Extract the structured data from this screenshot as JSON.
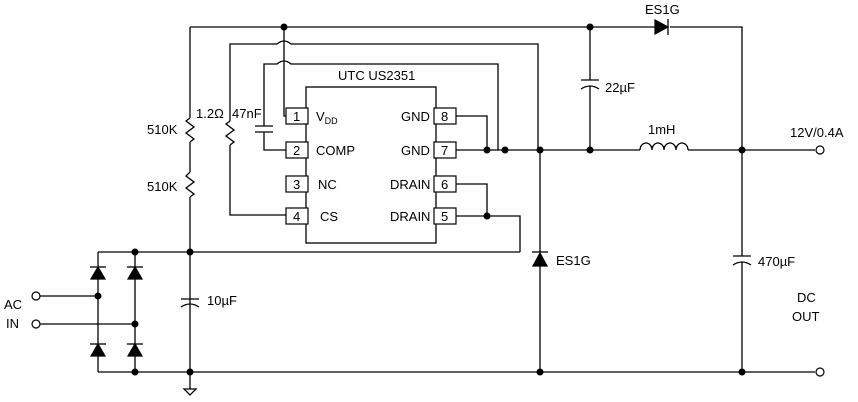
{
  "chip": {
    "title": "UTC US2351",
    "pins": [
      {
        "num": "1",
        "name": "V",
        "sub": "DD"
      },
      {
        "num": "2",
        "name": "COMP"
      },
      {
        "num": "3",
        "name": "NC"
      },
      {
        "num": "4",
        "name": "CS"
      },
      {
        "num": "8",
        "name": "GND"
      },
      {
        "num": "7",
        "name": "GND"
      },
      {
        "num": "6",
        "name": "DRAIN"
      },
      {
        "num": "5",
        "name": "DRAIN"
      }
    ]
  },
  "components": {
    "r_top": "510K",
    "r_bottom": "510K",
    "r_cs": "1.2Ω",
    "c_comp": "47nF",
    "c_in": "10µF",
    "c_fly": "22µF",
    "inductor": "1mH",
    "c_out": "470µF",
    "diode_top": "ES1G",
    "diode_free": "ES1G"
  },
  "labels": {
    "ac_line1": "AC",
    "ac_line2": "IN",
    "output": "12V/0.4A",
    "dc_line1": "DC",
    "dc_line2": "OUT"
  }
}
